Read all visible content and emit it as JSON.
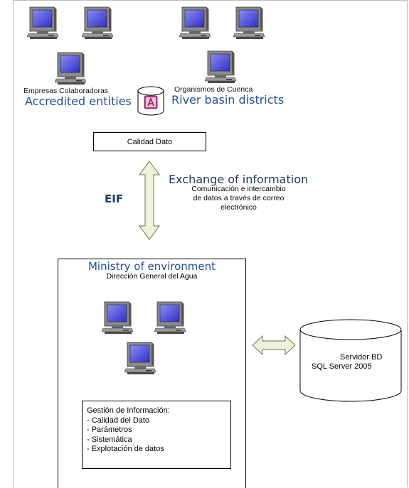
{
  "top_left_group": {
    "label_es": "Empresas Colaboradoras",
    "label_en": "Accredited entities"
  },
  "top_right_group": {
    "label_es": "Organismos de Cuenca",
    "label_en": "River basin districts"
  },
  "data_quality_box": {
    "label": "Calidad Dato"
  },
  "exchange": {
    "title_en": "Exchange of information",
    "desc_lines": [
      "Comunicación e intercambio",
      "de datos a través de correo",
      "electrónico"
    ],
    "eif_label": "EIF"
  },
  "ministry": {
    "title_en": "Ministry of environment",
    "subtitle_es": "Dirección General del Agua",
    "management": {
      "heading": "Gestión de Información:",
      "items": [
        "- Calidad del Dato",
        "- Parámetros",
        "- Sistemática",
        "- Explotación de datos"
      ]
    }
  },
  "database": {
    "line1": "Servidor BD",
    "line2": "SQL Server 2005"
  },
  "colors": {
    "arrow_fill": "#eef2d8",
    "arrow_stroke": "#6b7355",
    "monitor_screen": "#3a3ad6",
    "blue_text": "#1f4e9c",
    "navy_text": "#1f3864"
  }
}
